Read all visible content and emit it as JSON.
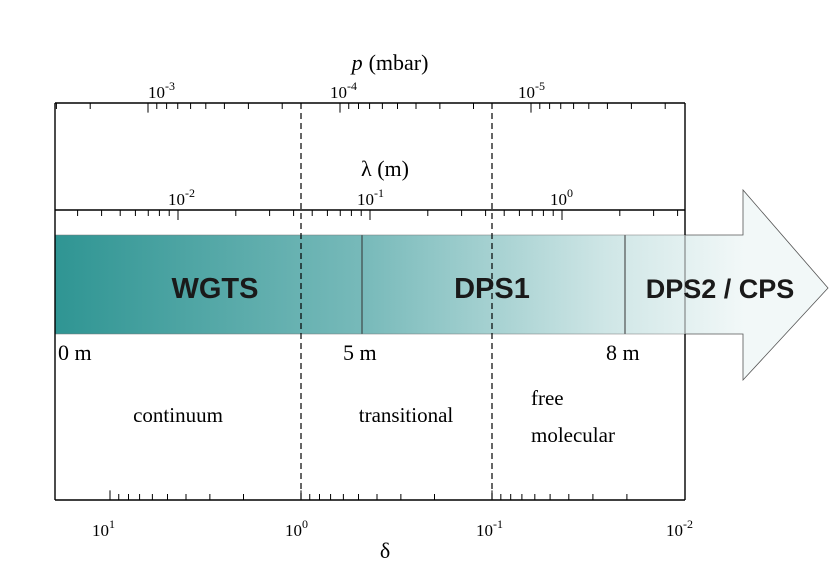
{
  "pressure_axis": {
    "label_symbol": "p",
    "label_unit": "(mbar)",
    "ticks": [
      {
        "base": "10",
        "exp": "-3"
      },
      {
        "base": "10",
        "exp": "-4"
      },
      {
        "base": "10",
        "exp": "-5"
      }
    ]
  },
  "lambda_axis": {
    "label": "λ (m)",
    "ticks": [
      {
        "base": "10",
        "exp": "-2"
      },
      {
        "base": "10",
        "exp": "-1"
      },
      {
        "base": "10",
        "exp": "0"
      }
    ]
  },
  "delta_axis": {
    "label": "δ",
    "ticks": [
      {
        "base": "10",
        "exp": "1"
      },
      {
        "base": "10",
        "exp": "0"
      },
      {
        "base": "10",
        "exp": "-1"
      },
      {
        "base": "10",
        "exp": "-2"
      }
    ]
  },
  "sections": {
    "wgts": "WGTS",
    "dps1": "DPS1",
    "dps2_cps": "DPS2 / CPS"
  },
  "positions": {
    "start": "0 m",
    "mid": "5 m",
    "end": "8 m"
  },
  "regimes": {
    "continuum": "continuum",
    "transitional": "transitional",
    "free_line1": "free",
    "free_line2": "molecular"
  },
  "colors": {
    "teal_dark": "#2f9593",
    "teal_light": "#eef6f6",
    "line": "#000000"
  }
}
